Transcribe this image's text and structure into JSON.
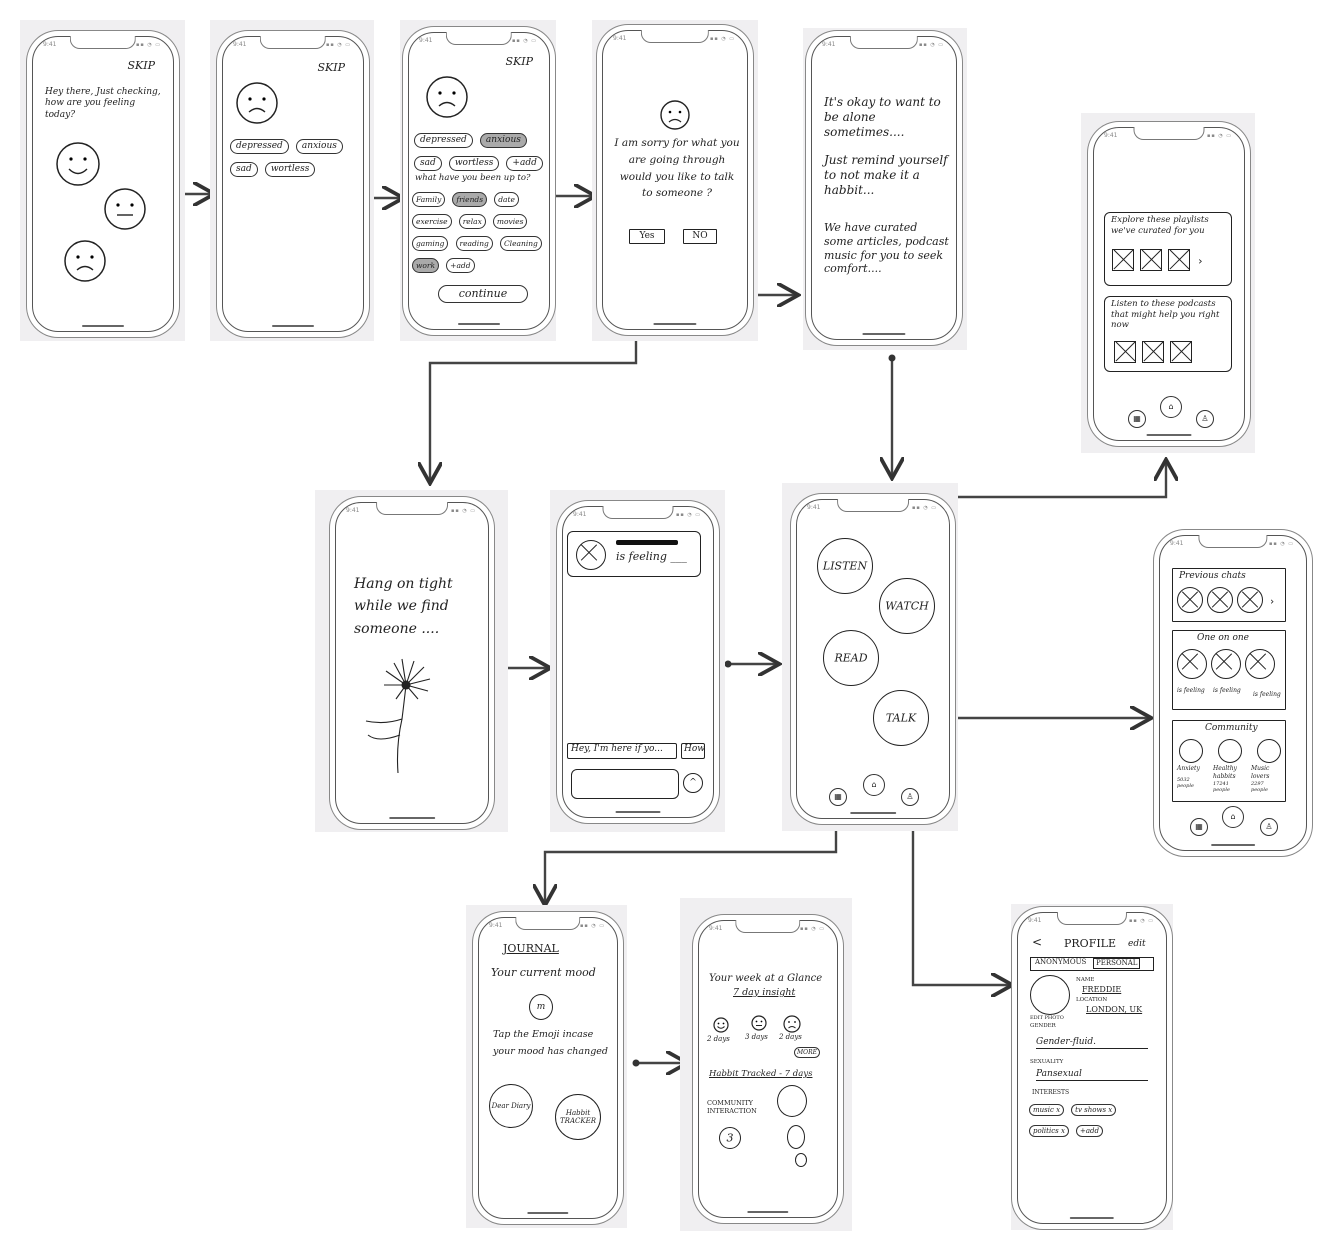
{
  "status_time": "9:41",
  "s1": {
    "skip": "SKIP",
    "greeting": "Hey there, Just checking, how are you feeling today?"
  },
  "s2": {
    "skip": "SKIP",
    "tags": [
      "depressed",
      "anxious",
      "sad",
      "wortless"
    ]
  },
  "s3": {
    "skip": "SKIP",
    "moods": [
      "depressed",
      "anxious",
      "sad",
      "wortless",
      "+add"
    ],
    "question": "what have you been up to?",
    "activities": [
      "Family",
      "friends",
      "date",
      "exercise",
      "relax",
      "movies",
      "gaming",
      "reading",
      "Cleaning",
      "work",
      "+add"
    ],
    "continue": "continue"
  },
  "s4": {
    "text": "I am sorry for what you are going through would you like to talk to someone ?",
    "yes": "Yes",
    "no": "NO"
  },
  "s5": {
    "text1": "It's okay to want to be alone sometimes....",
    "text2": "Just remind yourself to not make it a habbit...",
    "text3": "We have curated some articles, podcast music for you to seek comfort...."
  },
  "s6": {
    "playlists": "Explore these playlists we've curated for you",
    "podcasts": "Listen to these podcasts that might help you right now"
  },
  "s7": {
    "text": "Hang on tight while we find someone ...."
  },
  "s8": {
    "status": "is feeling ___",
    "msg": "Hey, I'm here if yo...",
    "msg2": "How"
  },
  "s9": {
    "listen": "LISTEN",
    "watch": "WATCH",
    "read": "READ",
    "talk": "TALK"
  },
  "s10": {
    "prev": "Previous chats",
    "one": "One on one",
    "feel1": "is feeling",
    "feel2": "is feeling",
    "feel3": "is feeling",
    "community": "Community",
    "groups": [
      {
        "name": "Anxiety",
        "count": "5032 people"
      },
      {
        "name": "Healthy habbits",
        "count": "17241 people"
      },
      {
        "name": "Music lovers",
        "count": "2297 people"
      }
    ]
  },
  "s11": {
    "title": "JOURNAL",
    "mood": "Your current mood",
    "tap": "Tap the Emoji incase your mood has changed",
    "diary": "Dear Diary",
    "tracker": "Habbit TRACKER"
  },
  "s12": {
    "title": "Your week at a Glance",
    "sub": "7 day insight",
    "d1": "2 days",
    "d2": "3 days",
    "d3": "2 days",
    "more": "MORE",
    "habbit": "Habbit Tracked - 7 days",
    "comm": "COMMUNITY INTERACTION",
    "count": "3"
  },
  "s13": {
    "back": "<",
    "title": "PROFILE",
    "edit": "edit",
    "anon": "ANONYMOUS",
    "personal": "PERSONAL",
    "name_l": "NAME",
    "name": "FREDDIE",
    "loc_l": "LOCATION",
    "loc": "LONDON, UK",
    "photo": "EDIT PHOTO",
    "gender_l": "GENDER",
    "gender": "Gender-fluid.",
    "sex_l": "SEXUALITY",
    "sex": "Pansexual",
    "int_l": "INTERESTS",
    "interests": [
      "music x",
      "tv shows x",
      "politics x",
      "+add"
    ]
  }
}
